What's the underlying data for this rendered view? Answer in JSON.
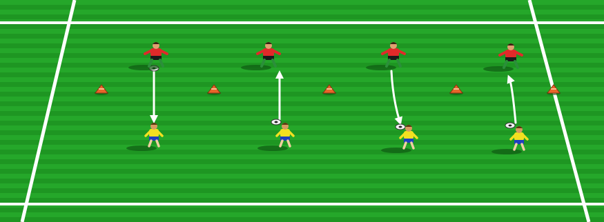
{
  "colors": {
    "grass_light": "#25a72a",
    "grass_dark": "#1e9622",
    "lines": "#ffffff",
    "cone": "#e8662a",
    "red_kit": "#e02a2a",
    "red_shorts": "#1a1a1a",
    "yellow_kit": "#f3e020",
    "blue_shorts": "#1f3fbf",
    "ball": "#f4f4f4",
    "arrow": "#ffffff",
    "shadow": "#0e5a12"
  },
  "diagram": {
    "stations": [
      {
        "id": 1,
        "pass_direction": "down",
        "ball_with": "red"
      },
      {
        "id": 2,
        "pass_direction": "up",
        "ball_with": "yellow"
      },
      {
        "id": 3,
        "pass_direction": "down",
        "ball_with": "yellow"
      },
      {
        "id": 4,
        "pass_direction": "up",
        "ball_with": "yellow"
      }
    ],
    "cone_count": 5,
    "player_roles": [
      "red-goalkeeper",
      "yellow-attacker"
    ]
  }
}
